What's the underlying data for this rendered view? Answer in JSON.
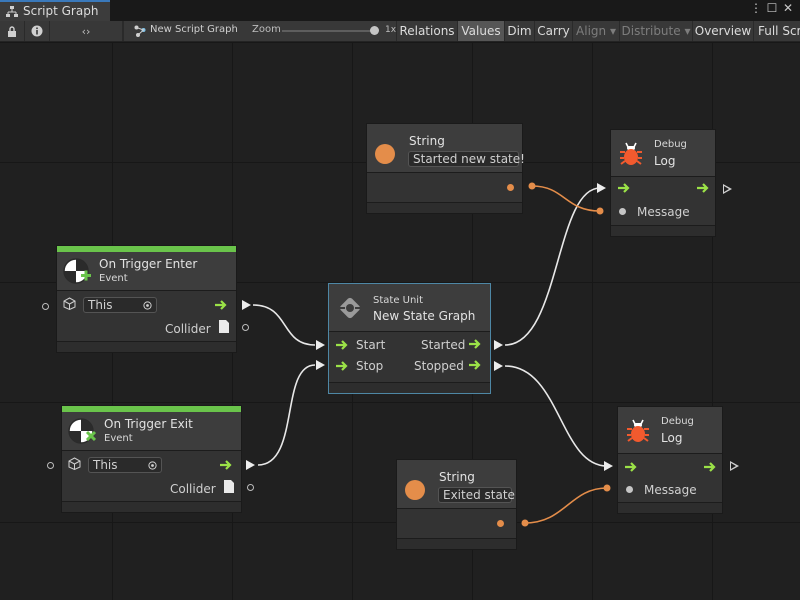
{
  "window": {
    "tab_title": "Script Graph",
    "controls": [
      "⋮",
      "☐",
      "✕"
    ]
  },
  "toolbar": {
    "graph_name": "New Script Graph",
    "code_symbol": "‹›",
    "zoom_label": "Zoom",
    "zoom_value": "1x",
    "zoom_level": 1.0,
    "buttons": [
      {
        "label": "Relations",
        "state": "normal"
      },
      {
        "label": "Values",
        "state": "active"
      },
      {
        "label": "Dim",
        "state": "normal"
      },
      {
        "label": "Carry",
        "state": "normal"
      },
      {
        "label": "Align ▾",
        "state": "disabled"
      },
      {
        "label": "Distribute ▾",
        "state": "disabled"
      },
      {
        "label": "Overview",
        "state": "normal"
      },
      {
        "label": "Full Scr",
        "state": "normal"
      }
    ]
  },
  "nodes": {
    "trigger_enter": {
      "title": "On Trigger Enter",
      "subtitle": "Event",
      "target_value": "This",
      "collider_label": "Collider",
      "accent": "#6ac44b"
    },
    "trigger_exit": {
      "title": "On Trigger Exit",
      "subtitle": "Event",
      "target_value": "This",
      "collider_label": "Collider",
      "accent": "#6ac44b"
    },
    "state_unit": {
      "subtitle": "State Unit",
      "title": "New  State  Graph",
      "in_start": "Start",
      "in_stop": "Stop",
      "out_started": "Started",
      "out_stopped": "Stopped",
      "border_color": "#4e87a5"
    },
    "string_started": {
      "title": "String",
      "value": "Started new state!"
    },
    "string_exited": {
      "title": "String",
      "value": "Exited state"
    },
    "debug_log_1": {
      "subtitle": "Debug",
      "title": "Log",
      "message_label": "Message",
      "icon": "bug-icon"
    },
    "debug_log_2": {
      "subtitle": "Debug",
      "title": "Log",
      "message_label": "Message",
      "icon": "bug-icon"
    }
  },
  "colors": {
    "flow_arrow": "#9be247",
    "string_port": "#e48d4a",
    "bug": "#f25a2e",
    "event_bar": "#6ac44b"
  }
}
